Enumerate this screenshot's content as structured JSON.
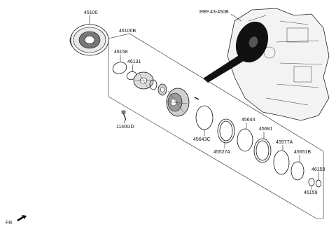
{
  "reference": {
    "label": "REF.43-450B"
  },
  "direction": {
    "label": "FR."
  },
  "parts": {
    "p45100": "45100",
    "p46100B": "46100B",
    "p46158": "46158",
    "p46131": "46131",
    "p1140GD": "1140GD",
    "p45643C": "45643C",
    "p45644": "45644",
    "p45527A": "45527A",
    "p45681": "45681",
    "p45577A": "45577A",
    "p45651B": "45651B",
    "p46159a": "46159",
    "p46159b": "46159"
  }
}
